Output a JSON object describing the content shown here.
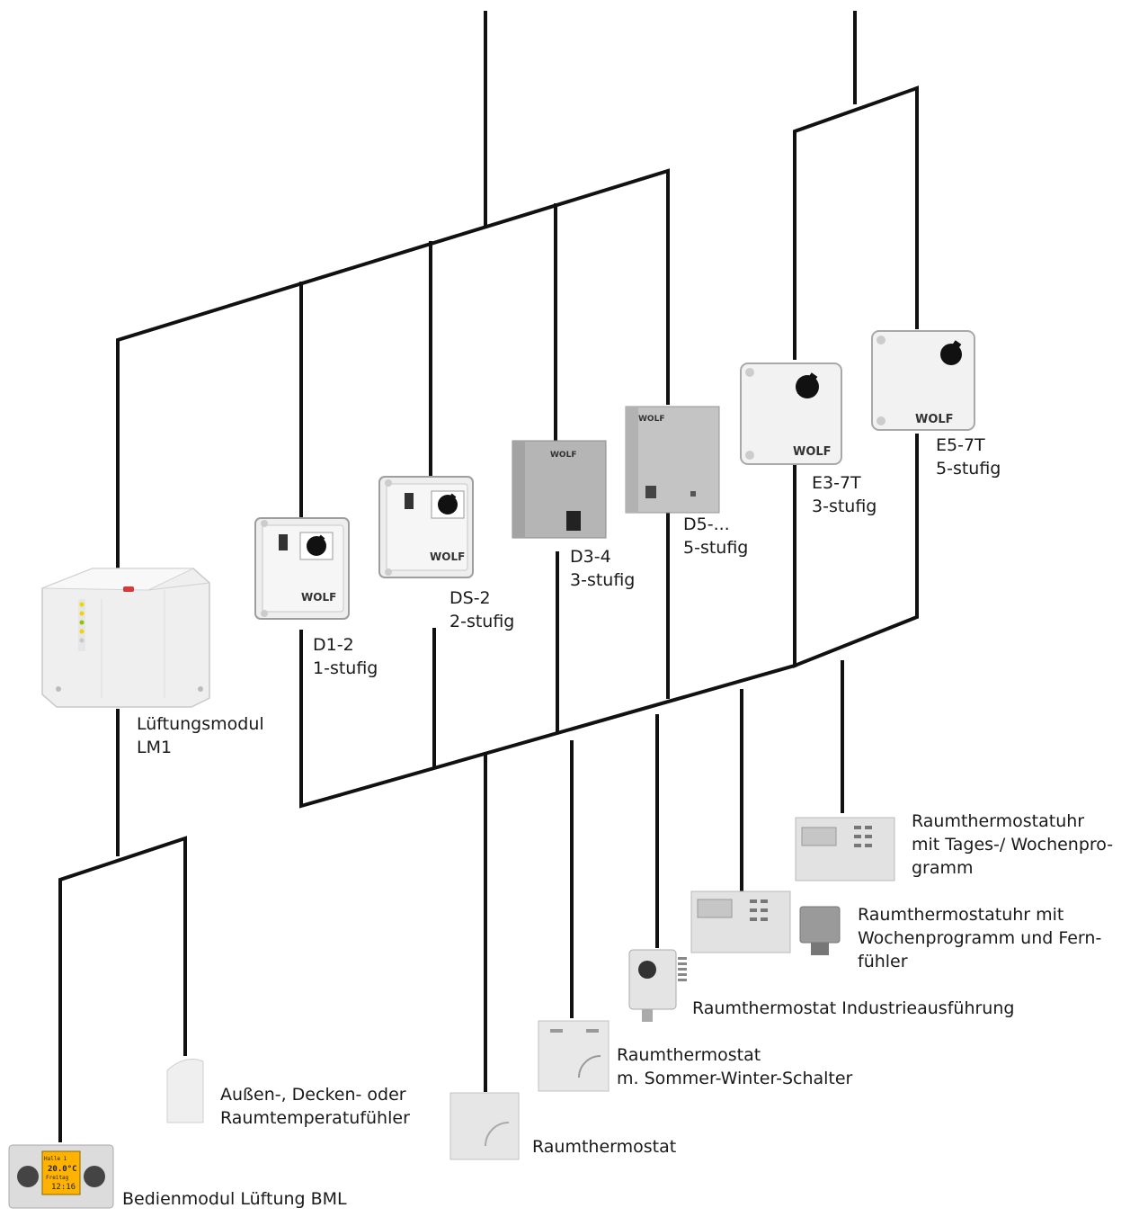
{
  "labels": {
    "lm1": [
      "Lüftungsmodul",
      "LM1"
    ],
    "d12": [
      "D1-2",
      "1-stufig"
    ],
    "ds2": [
      "DS-2",
      "2-stufig"
    ],
    "d34": [
      "D3-4",
      "3-stufig"
    ],
    "d5": [
      "D5-...",
      "5-stufig"
    ],
    "e37": [
      "E3-7T",
      "3-stufig"
    ],
    "e57": [
      "E5-7T",
      "5-stufig"
    ],
    "clock_day_week": [
      "Raumthermostatuhr",
      "mit Tages-/ Wochenpro-",
      "gramm"
    ],
    "clock_week_remote": [
      "Raumthermostatuhr mit",
      "Wochenprogramm und Fern-",
      "fühler"
    ],
    "industrial": "Raumthermostat Industrieausführung",
    "summer_winter": [
      "Raumthermostat",
      "m. Sommer-Winter-Schalter"
    ],
    "sensor": [
      "Außen-, Decken- oder",
      "Raumtemperatufühler"
    ],
    "thermostat": "Raumthermostat",
    "bml": "Bedienmodul Lüftung BML"
  },
  "device_text": {
    "brand": "WOLF",
    "bml_screen": [
      "Halle 1",
      "20.0°C",
      "Freitag",
      "12:16"
    ]
  },
  "colors": {
    "wire": "#111111",
    "housing": "#eeeeee",
    "steel": "#b9b9b9",
    "display": "#ffb300"
  },
  "icons": [
    "switch-box-icon",
    "steel-controller-icon",
    "control-module-icon",
    "thermostat-icon",
    "room-clock-icon",
    "temperature-sensor-icon",
    "operating-module-icon"
  ]
}
